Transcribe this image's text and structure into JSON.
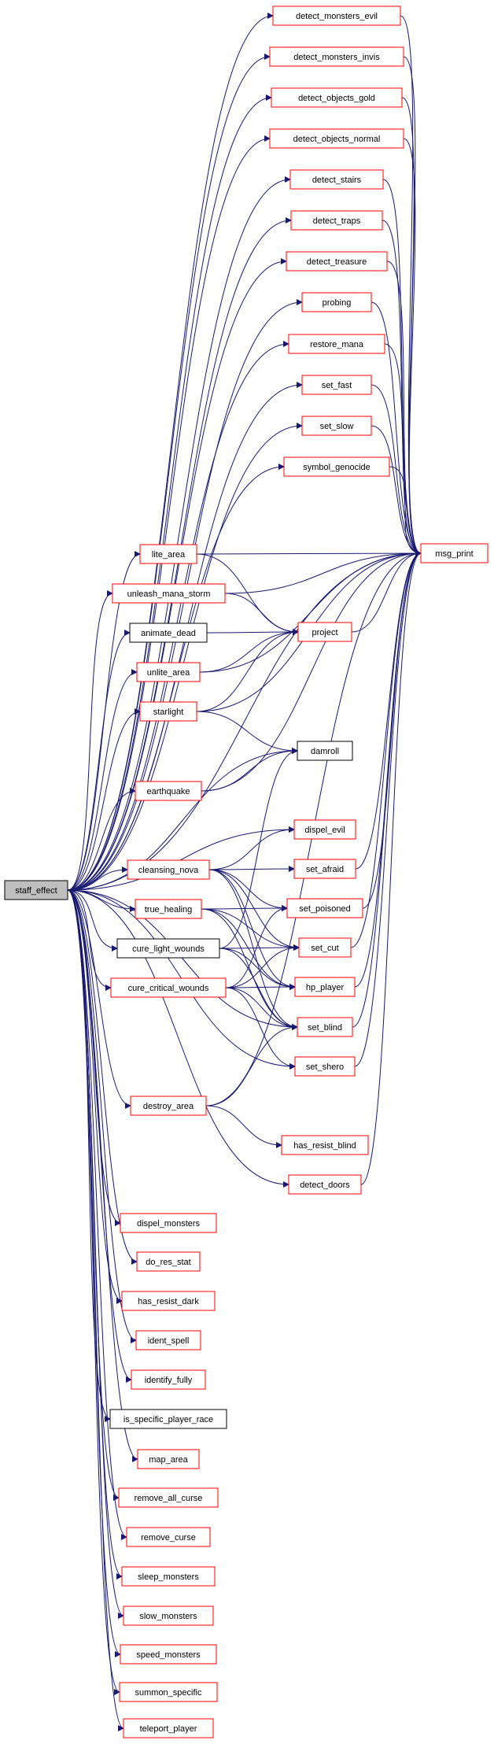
{
  "graph": {
    "colors": {
      "edge": "#191970",
      "red_border": "#ff0000",
      "black_border": "#000000",
      "root_fill": "#bfbfbf",
      "fill": "#ffffff"
    },
    "root": "staff_effect",
    "nodes": [
      {
        "id": "staff_effect",
        "label": "staff_effect",
        "border": "black",
        "root": true
      },
      {
        "id": "detect_monsters_evil",
        "label": "detect_monsters_evil",
        "border": "red"
      },
      {
        "id": "detect_monsters_invis",
        "label": "detect_monsters_invis",
        "border": "red"
      },
      {
        "id": "detect_objects_gold",
        "label": "detect_objects_gold",
        "border": "red"
      },
      {
        "id": "detect_objects_normal",
        "label": "detect_objects_normal",
        "border": "red"
      },
      {
        "id": "detect_stairs",
        "label": "detect_stairs",
        "border": "red"
      },
      {
        "id": "detect_traps",
        "label": "detect_traps",
        "border": "red"
      },
      {
        "id": "detect_treasure",
        "label": "detect_treasure",
        "border": "red"
      },
      {
        "id": "probing",
        "label": "probing",
        "border": "red"
      },
      {
        "id": "restore_mana",
        "label": "restore_mana",
        "border": "red"
      },
      {
        "id": "set_fast",
        "label": "set_fast",
        "border": "red"
      },
      {
        "id": "set_slow",
        "label": "set_slow",
        "border": "red"
      },
      {
        "id": "symbol_genocide",
        "label": "symbol_genocide",
        "border": "red"
      },
      {
        "id": "msg_print",
        "label": "msg_print",
        "border": "red"
      },
      {
        "id": "lite_area",
        "label": "lite_area",
        "border": "red"
      },
      {
        "id": "unleash_mana_storm",
        "label": "unleash_mana_storm",
        "border": "red"
      },
      {
        "id": "animate_dead",
        "label": "animate_dead",
        "border": "black"
      },
      {
        "id": "project",
        "label": "project",
        "border": "red"
      },
      {
        "id": "unlite_area",
        "label": "unlite_area",
        "border": "red"
      },
      {
        "id": "starlight",
        "label": "starlight",
        "border": "red"
      },
      {
        "id": "damroll",
        "label": "damroll",
        "border": "black"
      },
      {
        "id": "earthquake",
        "label": "earthquake",
        "border": "red"
      },
      {
        "id": "dispel_evil",
        "label": "dispel_evil",
        "border": "red"
      },
      {
        "id": "cleansing_nova",
        "label": "cleansing_nova",
        "border": "red"
      },
      {
        "id": "set_afraid",
        "label": "set_afraid",
        "border": "red"
      },
      {
        "id": "true_healing",
        "label": "true_healing",
        "border": "red"
      },
      {
        "id": "set_poisoned",
        "label": "set_poisoned",
        "border": "red"
      },
      {
        "id": "cure_light_wounds",
        "label": "cure_light_wounds",
        "border": "black"
      },
      {
        "id": "set_cut",
        "label": "set_cut",
        "border": "red"
      },
      {
        "id": "cure_critical_wounds",
        "label": "cure_critical_wounds",
        "border": "red"
      },
      {
        "id": "hp_player",
        "label": "hp_player",
        "border": "red"
      },
      {
        "id": "set_blind",
        "label": "set_blind",
        "border": "red"
      },
      {
        "id": "set_shero",
        "label": "set_shero",
        "border": "red"
      },
      {
        "id": "destroy_area",
        "label": "destroy_area",
        "border": "red"
      },
      {
        "id": "has_resist_blind",
        "label": "has_resist_blind",
        "border": "red"
      },
      {
        "id": "detect_doors",
        "label": "detect_doors",
        "border": "red"
      },
      {
        "id": "dispel_monsters",
        "label": "dispel_monsters",
        "border": "red"
      },
      {
        "id": "do_res_stat",
        "label": "do_res_stat",
        "border": "red"
      },
      {
        "id": "has_resist_dark",
        "label": "has_resist_dark",
        "border": "red"
      },
      {
        "id": "ident_spell",
        "label": "ident_spell",
        "border": "red"
      },
      {
        "id": "identify_fully",
        "label": "identify_fully",
        "border": "red"
      },
      {
        "id": "is_specific_player_race",
        "label": "is_specific_player_race",
        "border": "black"
      },
      {
        "id": "map_area",
        "label": "map_area",
        "border": "red"
      },
      {
        "id": "remove_all_curse",
        "label": "remove_all_curse",
        "border": "red"
      },
      {
        "id": "remove_curse",
        "label": "remove_curse",
        "border": "red"
      },
      {
        "id": "sleep_monsters",
        "label": "sleep_monsters",
        "border": "red"
      },
      {
        "id": "slow_monsters",
        "label": "slow_monsters",
        "border": "red"
      },
      {
        "id": "speed_monsters",
        "label": "speed_monsters",
        "border": "red"
      },
      {
        "id": "summon_specific",
        "label": "summon_specific",
        "border": "red"
      },
      {
        "id": "teleport_player",
        "label": "teleport_player",
        "border": "red"
      }
    ],
    "edges": [
      [
        "staff_effect",
        "detect_monsters_evil"
      ],
      [
        "staff_effect",
        "detect_monsters_invis"
      ],
      [
        "staff_effect",
        "detect_objects_gold"
      ],
      [
        "staff_effect",
        "detect_objects_normal"
      ],
      [
        "staff_effect",
        "detect_stairs"
      ],
      [
        "staff_effect",
        "detect_traps"
      ],
      [
        "staff_effect",
        "detect_treasure"
      ],
      [
        "staff_effect",
        "probing"
      ],
      [
        "staff_effect",
        "restore_mana"
      ],
      [
        "staff_effect",
        "set_fast"
      ],
      [
        "staff_effect",
        "set_slow"
      ],
      [
        "staff_effect",
        "symbol_genocide"
      ],
      [
        "staff_effect",
        "msg_print"
      ],
      [
        "staff_effect",
        "lite_area"
      ],
      [
        "staff_effect",
        "unleash_mana_storm"
      ],
      [
        "staff_effect",
        "animate_dead"
      ],
      [
        "staff_effect",
        "unlite_area"
      ],
      [
        "staff_effect",
        "starlight"
      ],
      [
        "staff_effect",
        "damroll"
      ],
      [
        "staff_effect",
        "earthquake"
      ],
      [
        "staff_effect",
        "dispel_evil"
      ],
      [
        "staff_effect",
        "cleansing_nova"
      ],
      [
        "staff_effect",
        "true_healing"
      ],
      [
        "staff_effect",
        "cure_light_wounds"
      ],
      [
        "staff_effect",
        "cure_critical_wounds"
      ],
      [
        "staff_effect",
        "set_blind"
      ],
      [
        "staff_effect",
        "set_shero"
      ],
      [
        "staff_effect",
        "destroy_area"
      ],
      [
        "staff_effect",
        "detect_doors"
      ],
      [
        "staff_effect",
        "dispel_monsters"
      ],
      [
        "staff_effect",
        "do_res_stat"
      ],
      [
        "staff_effect",
        "has_resist_dark"
      ],
      [
        "staff_effect",
        "ident_spell"
      ],
      [
        "staff_effect",
        "identify_fully"
      ],
      [
        "staff_effect",
        "is_specific_player_race"
      ],
      [
        "staff_effect",
        "map_area"
      ],
      [
        "staff_effect",
        "remove_all_curse"
      ],
      [
        "staff_effect",
        "remove_curse"
      ],
      [
        "staff_effect",
        "sleep_monsters"
      ],
      [
        "staff_effect",
        "slow_monsters"
      ],
      [
        "staff_effect",
        "speed_monsters"
      ],
      [
        "staff_effect",
        "summon_specific"
      ],
      [
        "staff_effect",
        "teleport_player"
      ],
      [
        "detect_monsters_evil",
        "msg_print"
      ],
      [
        "detect_monsters_invis",
        "msg_print"
      ],
      [
        "detect_objects_gold",
        "msg_print"
      ],
      [
        "detect_objects_normal",
        "msg_print"
      ],
      [
        "detect_stairs",
        "msg_print"
      ],
      [
        "detect_traps",
        "msg_print"
      ],
      [
        "detect_treasure",
        "msg_print"
      ],
      [
        "probing",
        "msg_print"
      ],
      [
        "restore_mana",
        "msg_print"
      ],
      [
        "set_fast",
        "msg_print"
      ],
      [
        "set_slow",
        "msg_print"
      ],
      [
        "symbol_genocide",
        "msg_print"
      ],
      [
        "lite_area",
        "msg_print"
      ],
      [
        "lite_area",
        "project"
      ],
      [
        "unleash_mana_storm",
        "msg_print"
      ],
      [
        "unleash_mana_storm",
        "project"
      ],
      [
        "animate_dead",
        "project"
      ],
      [
        "project",
        "msg_print"
      ],
      [
        "unlite_area",
        "project"
      ],
      [
        "unlite_area",
        "msg_print"
      ],
      [
        "starlight",
        "project"
      ],
      [
        "starlight",
        "damroll"
      ],
      [
        "starlight",
        "msg_print"
      ],
      [
        "earthquake",
        "damroll"
      ],
      [
        "earthquake",
        "msg_print"
      ],
      [
        "cleansing_nova",
        "dispel_evil"
      ],
      [
        "cleansing_nova",
        "set_afraid"
      ],
      [
        "cleansing_nova",
        "set_poisoned"
      ],
      [
        "cleansing_nova",
        "set_cut"
      ],
      [
        "cleansing_nova",
        "hp_player"
      ],
      [
        "cleansing_nova",
        "set_blind"
      ],
      [
        "true_healing",
        "set_poisoned"
      ],
      [
        "true_healing",
        "set_cut"
      ],
      [
        "true_healing",
        "hp_player"
      ],
      [
        "true_healing",
        "set_blind"
      ],
      [
        "cure_light_wounds",
        "set_cut"
      ],
      [
        "cure_light_wounds",
        "hp_player"
      ],
      [
        "cure_light_wounds",
        "set_blind"
      ],
      [
        "cure_light_wounds",
        "damroll"
      ],
      [
        "cure_critical_wounds",
        "set_poisoned"
      ],
      [
        "cure_critical_wounds",
        "set_cut"
      ],
      [
        "cure_critical_wounds",
        "hp_player"
      ],
      [
        "cure_critical_wounds",
        "set_blind"
      ],
      [
        "cure_critical_wounds",
        "set_shero"
      ],
      [
        "destroy_area",
        "set_blind"
      ],
      [
        "destroy_area",
        "has_resist_blind"
      ],
      [
        "destroy_area",
        "msg_print"
      ],
      [
        "set_afraid",
        "msg_print"
      ],
      [
        "set_poisoned",
        "msg_print"
      ],
      [
        "set_cut",
        "msg_print"
      ],
      [
        "hp_player",
        "msg_print"
      ],
      [
        "set_blind",
        "msg_print"
      ],
      [
        "set_shero",
        "msg_print"
      ],
      [
        "detect_doors",
        "msg_print"
      ]
    ]
  }
}
